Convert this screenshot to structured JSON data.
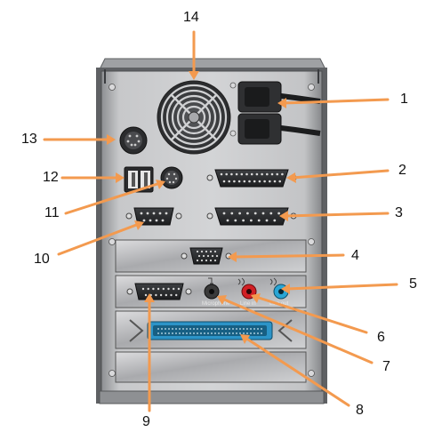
{
  "diagram": {
    "callouts": [
      "1",
      "2",
      "3",
      "4",
      "5",
      "6",
      "7",
      "8",
      "9",
      "10",
      "11",
      "12",
      "13",
      "14"
    ],
    "jack_labels": {
      "microphone": "Microphone",
      "line_in": "Line in",
      "line_out": "Line out"
    },
    "colors": {
      "arrow": "#f39a4f",
      "case_body": "#b5b6b8",
      "case_frame": "#6f7174",
      "line_in_jack": "#d11f24",
      "line_out_jack": "#2aa5d4",
      "microphone_jack": "#3a3a3a",
      "parallel_port": "#2c94c8"
    }
  }
}
